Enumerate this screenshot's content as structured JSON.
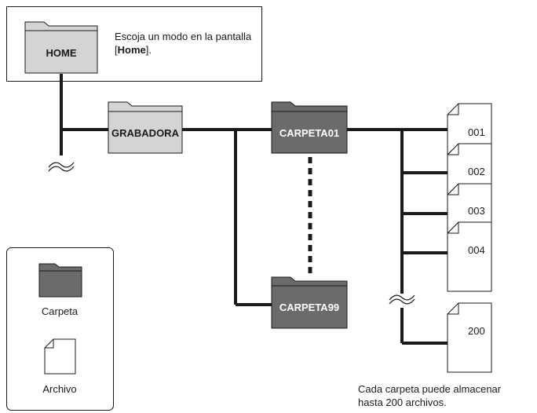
{
  "home": {
    "label": "HOME",
    "instruction_prefix": "Escoja un modo en la pantalla [",
    "instruction_bold": "Home",
    "instruction_suffix": "]."
  },
  "folders": {
    "recorder": "GRABADORA",
    "first": "CARPETA01",
    "last": "CARPETA99"
  },
  "files": [
    "001",
    "002",
    "003",
    "004",
    "200"
  ],
  "legend": {
    "folder_label": "Carpeta",
    "file_label": "Archivo"
  },
  "note": {
    "line1": "Cada carpeta puede almacenar",
    "line2": "hasta 200 archivos."
  },
  "colors": {
    "folder_light": "#d4d4d4",
    "folder_dark": "#6b6b6b",
    "line": "#1a1a1a"
  }
}
